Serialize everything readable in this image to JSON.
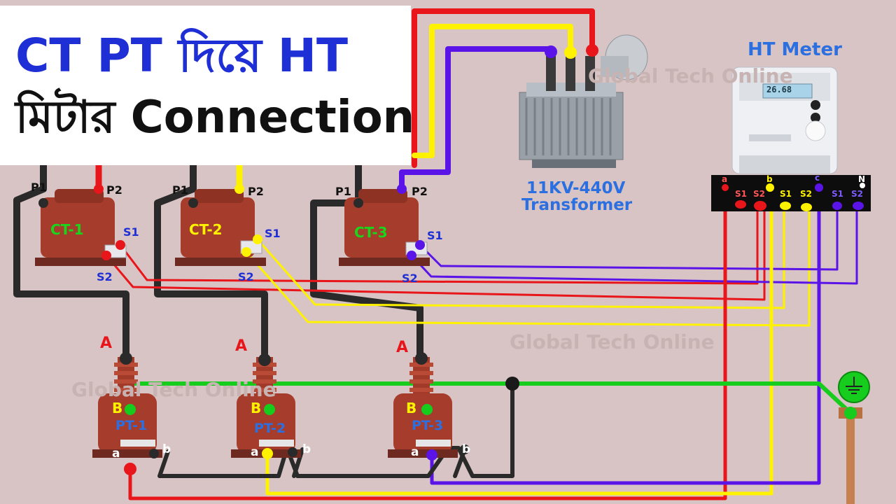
{
  "title": {
    "line1": "CT PT দিয়ে HT",
    "line2": "মিটার Connection"
  },
  "meter_label": "HT Meter",
  "transformer_label": {
    "line1": "11KV-440V",
    "line2": "Transformer"
  },
  "watermark": "Global Tech Online",
  "ct_units": [
    {
      "name": "CT-1",
      "p1": "P1",
      "p2": "P2",
      "s1": "S1",
      "s2": "S2"
    },
    {
      "name": "CT-2",
      "p1": "P1",
      "p2": "P2",
      "s1": "S1",
      "s2": "S2"
    },
    {
      "name": "CT-3",
      "p1": "P1",
      "p2": "P2",
      "s1": "S1",
      "s2": "S2"
    }
  ],
  "pt_units": [
    {
      "name": "PT-1",
      "A": "A",
      "B": "B",
      "a": "a",
      "b": "b"
    },
    {
      "name": "PT-2",
      "A": "A",
      "B": "B",
      "a": "a",
      "b": "b"
    },
    {
      "name": "PT-3",
      "A": "A",
      "B": "B",
      "a": "a",
      "b": "b"
    }
  ],
  "terminal_labels": [
    "a",
    "S1",
    "S2",
    "b",
    "S1",
    "S2",
    "c",
    "S1",
    "S2",
    "N"
  ],
  "meter_display": "26.68",
  "colors": {
    "red": "#e8161b",
    "yellow": "#fff200",
    "blue": "#5a14e8",
    "black": "#2a2a2a",
    "green": "#16cc1c",
    "ct_body": "#a63c2c",
    "title_blue": "#1f2fd6",
    "label_blue": "#2b6fe0"
  }
}
